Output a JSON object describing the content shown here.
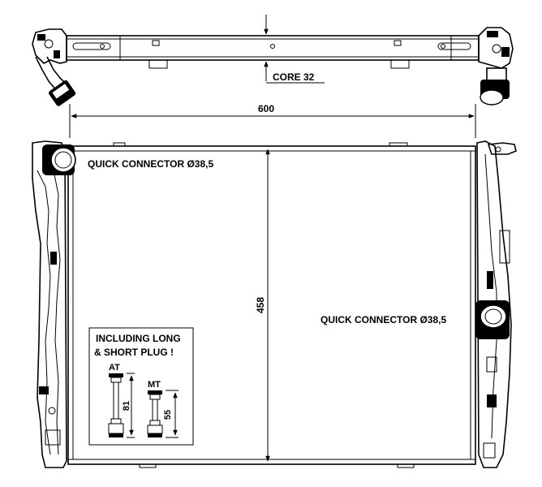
{
  "dimensions": {
    "width": "600",
    "height": "458",
    "core": "CORE 32",
    "at_plug": "81",
    "mt_plug": "55"
  },
  "labels": {
    "quick_connector_left": "QUICK CONNECTOR  Ø38,5",
    "quick_connector_right": "QUICK CONNECTOR  Ø38,5",
    "plug_note_line1": "INCLUDING LONG",
    "plug_note_line2": "& SHORT PLUG !",
    "plug_at": "AT",
    "plug_mt": "MT"
  }
}
